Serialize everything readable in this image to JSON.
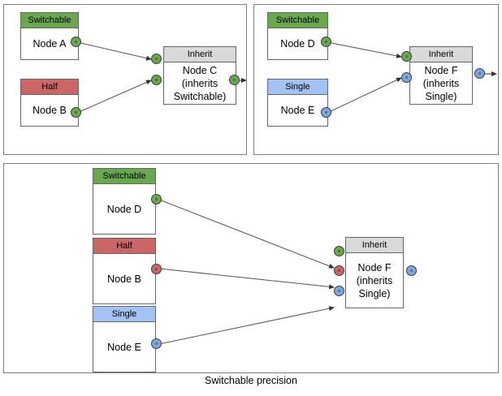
{
  "caption": "Switchable precision",
  "colors": {
    "switchable": "#6aa84f",
    "half": "#cc6666",
    "single": "#a4c2f4",
    "inherit": "#d9d9d9",
    "port_green": "#6aa84f",
    "port_red": "#cc6666",
    "port_blue": "#7ba7dd",
    "panel_border": "#808080",
    "node_border": "#666666",
    "edge": "#555555",
    "background": "#ffffff"
  },
  "panels": [
    {
      "id": "panel-top-left",
      "nodes": [
        {
          "id": "node-a",
          "header": "Switchable",
          "type": "switchable",
          "body": "Node A"
        },
        {
          "id": "node-b",
          "header": "Half",
          "type": "half",
          "body": "Node B"
        },
        {
          "id": "node-c",
          "header": "Inherit",
          "type": "inherit",
          "body": "Node C\n(inherits\nSwitchable)"
        }
      ],
      "edges": [
        {
          "from": "node-a",
          "to": "node-c",
          "from_port": "green",
          "to_port": "green"
        },
        {
          "from": "node-b",
          "to": "node-c",
          "from_port": "green",
          "to_port": "green"
        }
      ],
      "output_port": "green"
    },
    {
      "id": "panel-top-right",
      "nodes": [
        {
          "id": "node-d",
          "header": "Switchable",
          "type": "switchable",
          "body": "Node D"
        },
        {
          "id": "node-e",
          "header": "Single",
          "type": "single",
          "body": "Node E"
        },
        {
          "id": "node-f",
          "header": "Inherit",
          "type": "inherit",
          "body": "Node F\n(inherits\nSingle)"
        }
      ],
      "edges": [
        {
          "from": "node-d",
          "to": "node-f",
          "from_port": "green",
          "to_port": "green"
        },
        {
          "from": "node-e",
          "to": "node-f",
          "from_port": "blue",
          "to_port": "blue"
        }
      ],
      "output_port": "blue"
    },
    {
      "id": "panel-bottom",
      "nodes": [
        {
          "id": "node-d2",
          "header": "Switchable",
          "type": "switchable",
          "body": "Node D"
        },
        {
          "id": "node-b2",
          "header": "Half",
          "type": "half",
          "body": "Node B"
        },
        {
          "id": "node-e2",
          "header": "Single",
          "type": "single",
          "body": "Node E"
        },
        {
          "id": "node-f2",
          "header": "Inherit",
          "type": "inherit",
          "body": "Node F\n(inherits\nSingle)"
        }
      ],
      "edges": [
        {
          "from": "node-d2",
          "to": "node-f2",
          "from_port": "green",
          "to_port": "green"
        },
        {
          "from": "node-b2",
          "to": "node-f2",
          "from_port": "red",
          "to_port": "red"
        },
        {
          "from": "node-e2",
          "to": "node-f2",
          "from_port": "blue",
          "to_port": "blue"
        }
      ],
      "output_port": "blue"
    }
  ],
  "labels": {
    "switchable": "Switchable",
    "half": "Half",
    "single": "Single",
    "inherit": "Inherit",
    "node_a": "Node A",
    "node_b": "Node B",
    "node_c": "Node C\n(inherits\nSwitchable)",
    "node_d": "Node D",
    "node_e": "Node E",
    "node_f": "Node F\n(inherits\nSingle)"
  }
}
